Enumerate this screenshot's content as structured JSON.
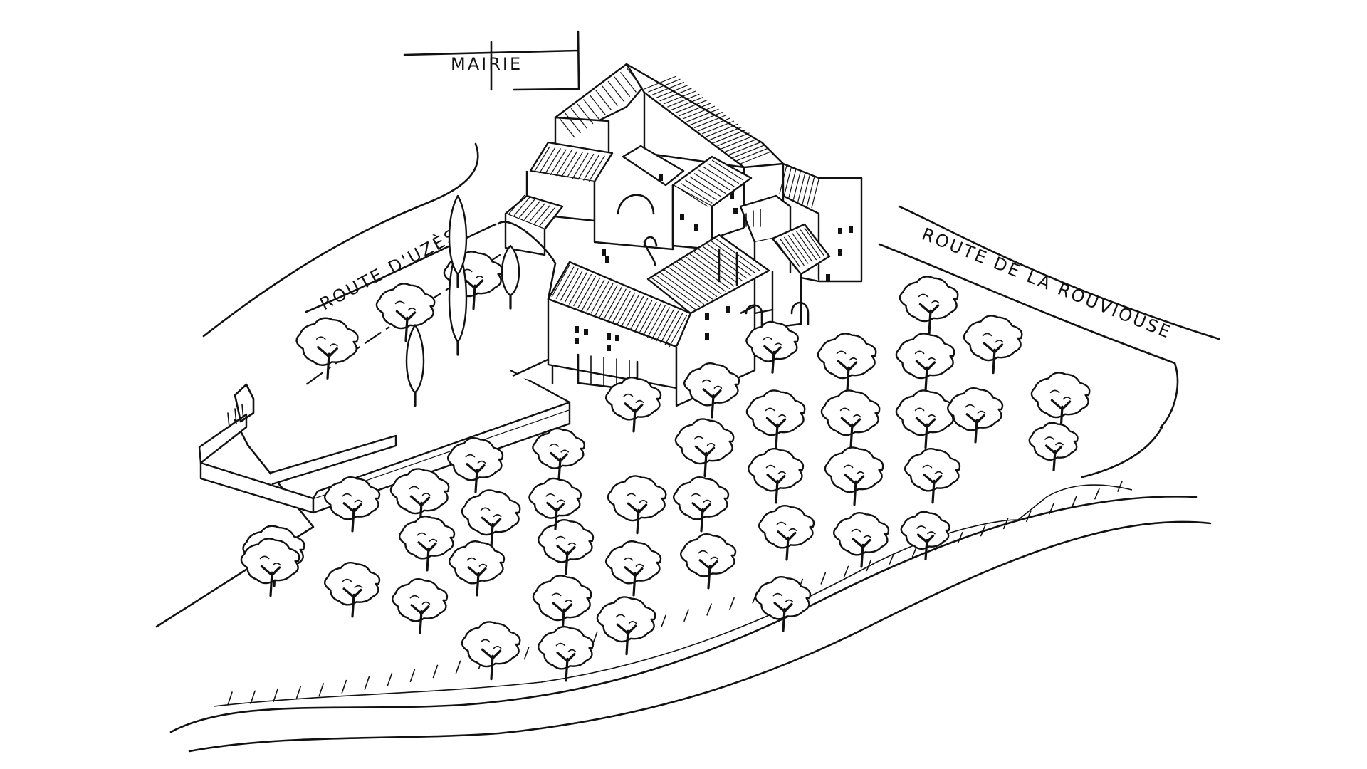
{
  "labels": {
    "mairie": "MAIRIE",
    "route_uzes": "ROUTE D'UZÈS",
    "route_rouviouse": "ROUTE DE LA ROUVIOUSE"
  },
  "colors": {
    "ink": "#111111",
    "paper": "#ffffff"
  },
  "icons": [
    "tree-icon",
    "cypress-icon"
  ]
}
